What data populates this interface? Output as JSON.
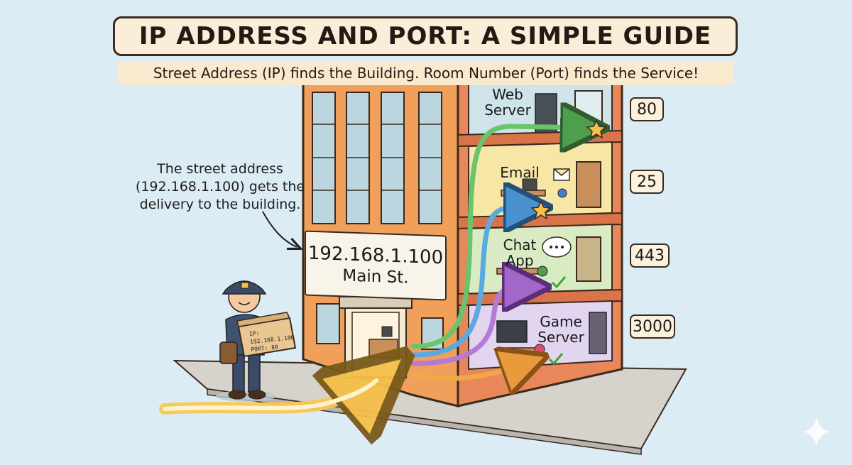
{
  "title": "IP ADDRESS AND PORT: A SIMPLE GUIDE",
  "subtitle": "Street Address (IP) finds the Building. Room Number (Port) finds the Service!",
  "annotation": {
    "line1": "The street address",
    "line2": "(192.168.1.100) gets the",
    "line3": "delivery to the building."
  },
  "building_sign": {
    "ip": "192.168.1.100",
    "street": "Main St."
  },
  "package_label": {
    "line1": "IP: 192.168.1.100",
    "line2": "PORT: 80"
  },
  "rooms": [
    {
      "line1": "Web",
      "line2": "Server",
      "port": "80",
      "color": "#cfe3ea"
    },
    {
      "line1": "Email",
      "line2": "",
      "port": "25",
      "color": "#f8e6a6"
    },
    {
      "line1": "Chat",
      "line2": "App",
      "port": "443",
      "color": "#d9ebc2"
    },
    {
      "line1": "Game",
      "line2": "Server",
      "port": "3000",
      "color": "#e2d5ef"
    }
  ],
  "colors": {
    "background": "#dcecf5",
    "building": "#f0a05a",
    "arrow_web": "#6bc46b",
    "arrow_email": "#5aa9e0",
    "arrow_chat": "#b47ad6",
    "arrow_game": "#f2a848",
    "arrow_delivery": "#f8c85a"
  }
}
